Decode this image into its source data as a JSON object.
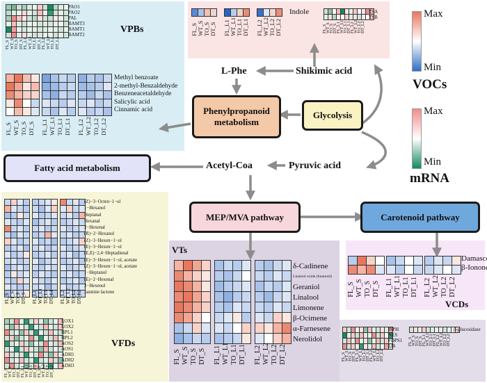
{
  "legend_vocs": {
    "max": "Max",
    "min": "Min",
    "title": "VOCs"
  },
  "legend_mrna": {
    "max": "Max",
    "min": "Min",
    "title": "mRNA"
  },
  "nodes": {
    "phenyl_line1": "Phenylpropanoid",
    "phenyl_line2": "metabolism",
    "glycolysis": "Glycolysis",
    "fatty": "Fatty acid metabolism",
    "mep": "MEP/MVA pathway",
    "carotenoid": "Carotenoid pathway"
  },
  "metabolites": {
    "lphe": "L-Phe",
    "shikimic": "Shikimic acid",
    "acetyl": "Acetyl-Coa",
    "pyruvic": "Pyruvic acid",
    "indole": "Indole"
  },
  "groups": {
    "vpbs": "VPBs",
    "vts": "VTs",
    "vfds": "VFDs",
    "vcds": "VCDs"
  },
  "samples": {
    "s1": "FL_S",
    "s2": "WT_S",
    "s3": "TO_S",
    "s4": "DT_S",
    "s5": "FL_L1",
    "s6": "WT_L1",
    "s7": "TO_L1",
    "s8": "DT_L1",
    "s9": "FL_L2",
    "s10": "WT_L2",
    "s11": "TO_L2",
    "s12": "DT_L2"
  },
  "vpb_genes": [
    "PAO1",
    "PAO2",
    "PAL",
    "BAMT3",
    "BAMT1",
    "BAMT2"
  ],
  "vpb_compounds": [
    "Methyl benzoate",
    "2-methyl-Benzaldehyde",
    "Benzeneacetaldehyde",
    "Salicylic acid",
    "Cinnamic acid"
  ],
  "tsa": "TSA",
  "tsb": "TSB",
  "vt_compounds": [
    "δ-Cadinene",
    "Linalool oxide (furanoid)",
    "Geraniol",
    "Linalool",
    "Limonene",
    "β-Ocimene",
    "α-Farnesene",
    "Nerolidol"
  ],
  "vcd_compounds": [
    "Damascone",
    "β-Ionone"
  ],
  "vfd_compounds": [
    "(Z)−3−Octen−1−ol",
    "1−Hexanol",
    "Heptanal",
    "Hexanal",
    "2−Hexenal",
    "(R)−2−Hexanol",
    "(Z)−3−Hexen−1−ol",
    "(E)−3−Hexen−1−ol",
    "(E,E)−2,4−Heptadienal",
    "(E)−3−Hexen−1−ol, acetate",
    "(Z)−3−Hexen−1−ol, acetate",
    "1−Heptanol",
    "(E)−2−Hexenal",
    "2−Hexenol",
    "Jasmine lactone"
  ],
  "vfd_genes": [
    "LOX1",
    "LOX2",
    "HPL1",
    "HPL2",
    "AOS2",
    "AOS1",
    "ADH1",
    "ADH2",
    "ADH3"
  ],
  "terp_genes": [
    "ISPH",
    "NES",
    "FDPS1",
    "LIS"
  ],
  "bgluc": "β-glucosidase",
  "colors": {
    "vpbs_bg": "#d9eef4",
    "indole_bg": "#fbe4e4",
    "vts_bg": "#dcd3e3",
    "vfds_bg": "#f7f5d8",
    "vcds_bg": "#f7e6f7",
    "terp_bg": "#e2dde8",
    "phenyl": "#f4c9a8",
    "glycolysis": "#fbf2c4",
    "fatty": "#e2e2f8",
    "mep": "#f7d6dc",
    "carotenoid": "#6fa8dc",
    "arrow": "#8c8c8c"
  }
}
